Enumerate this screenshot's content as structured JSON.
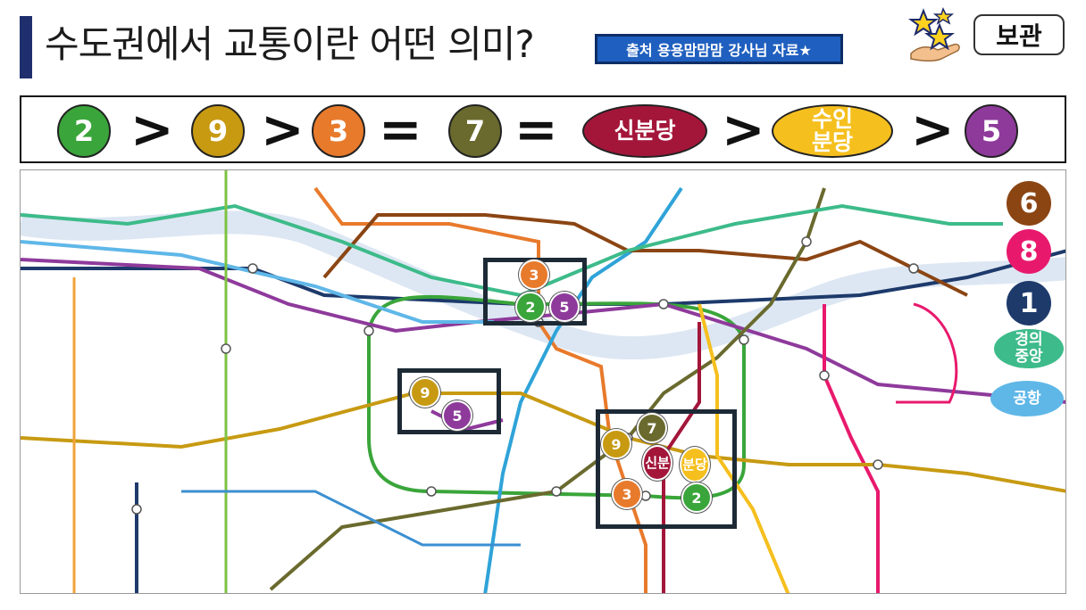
{
  "header": {
    "title": "수도권에서 교통이란 어떤 의미?",
    "source": "출처 용용맘맘맘 강사님 자료★",
    "save_label": "보관"
  },
  "ranking": {
    "items": [
      {
        "label": "2",
        "color": "#3aa53a"
      },
      {
        "op": ">"
      },
      {
        "label": "9",
        "color": "#c79a12"
      },
      {
        "op": ">"
      },
      {
        "label": "3",
        "color": "#e87a2c"
      },
      {
        "op": "="
      },
      {
        "label": "7",
        "color": "#6a6a2e"
      },
      {
        "op": "="
      },
      {
        "label": "신분당",
        "color": "#a3163a"
      },
      {
        "op": ">"
      },
      {
        "label": "수인분당",
        "color": "#f5bf1e"
      },
      {
        "op": ">"
      },
      {
        "label": "5",
        "color": "#8e3a9b"
      }
    ]
  },
  "legend": [
    {
      "label": "6",
      "color": "#8b4513"
    },
    {
      "label": "8",
      "color": "#e8196d"
    },
    {
      "label": "1",
      "color": "#1d3a6b"
    },
    {
      "label": "경의중앙",
      "color": "#3dbb8a"
    },
    {
      "label": "공항",
      "color": "#5fb7e8"
    }
  ],
  "map_markers": {
    "box1": {
      "3": "3",
      "2": "2",
      "5": "5"
    },
    "box2": {
      "9": "9",
      "5": "5"
    },
    "box3": {
      "7": "7",
      "9": "9",
      "sin": "신분",
      "su": "분당",
      "3": "3",
      "2": "2"
    }
  },
  "colors": {
    "line2": "#3aa53a",
    "line9": "#c79a12",
    "line3": "#e87a2c",
    "line7": "#6a6a2e",
    "shinbundang": "#a3163a",
    "suinbundang": "#f5bf1e",
    "line5": "#8e3a9b",
    "line6": "#8b4513",
    "line8": "#e8196d",
    "line1": "#1d3a6b",
    "gyeongui": "#3dbb8a",
    "airport": "#5fb7e8"
  }
}
